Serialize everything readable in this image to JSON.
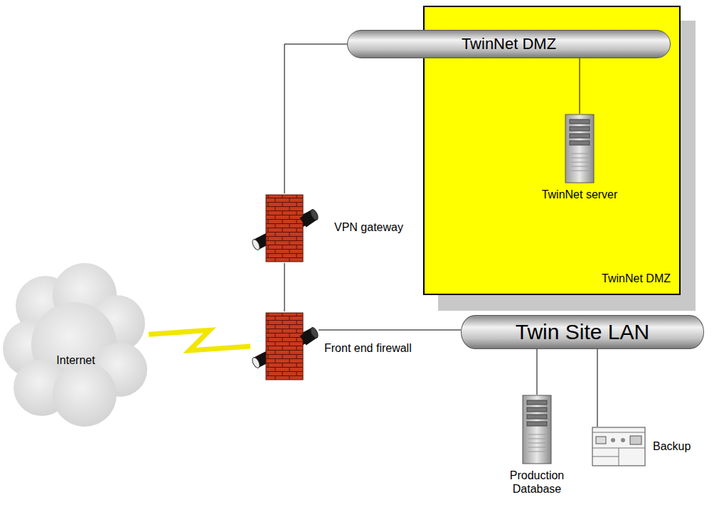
{
  "diagram": {
    "nodes": [
      {
        "text": [
          "TwinNet DMZ"
        ]
      },
      {
        "text": [
          "TwinNet DMZ"
        ],
        "in": 0
      },
      {
        "text": [
          "TwinNet server"
        ],
        "in": 0
      },
      {
        "text": [
          "VPN gateway"
        ]
      },
      {
        "text": [
          "Internet"
        ]
      },
      {
        "text": [
          "Front end firewall"
        ]
      },
      {
        "text": [
          "Twin Site LAN"
        ]
      },
      {
        "text": [
          "Production Database"
        ]
      },
      {
        "text": [
          "Backup"
        ]
      }
    ],
    "edges": [
      {
        "from": 3,
        "to": 1,
        "arrow": "none"
      },
      {
        "from": 1,
        "to": 2,
        "arrow": "none"
      },
      {
        "from": 5,
        "to": 3,
        "arrow": "none"
      },
      {
        "from": 4,
        "to": 5,
        "arrow": "none"
      },
      {
        "from": 5,
        "to": 6,
        "arrow": "none"
      },
      {
        "from": 6,
        "to": 7,
        "arrow": "none"
      },
      {
        "from": 6,
        "to": 8,
        "arrow": "none"
      }
    ]
  }
}
